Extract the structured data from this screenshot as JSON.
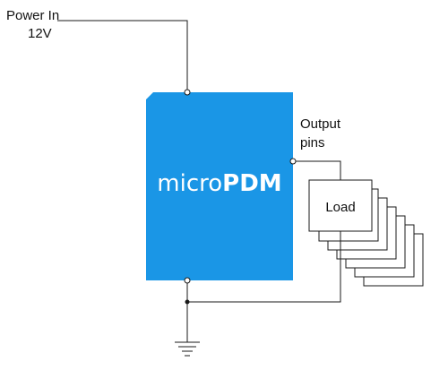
{
  "power": {
    "line1": "Power In",
    "line2": "12V"
  },
  "chip": {
    "name_regular": "micro",
    "name_bold": "PDM",
    "color": "#1a96e6"
  },
  "output": {
    "line1": "Output",
    "line2": "pins"
  },
  "load": {
    "label": "Load"
  }
}
